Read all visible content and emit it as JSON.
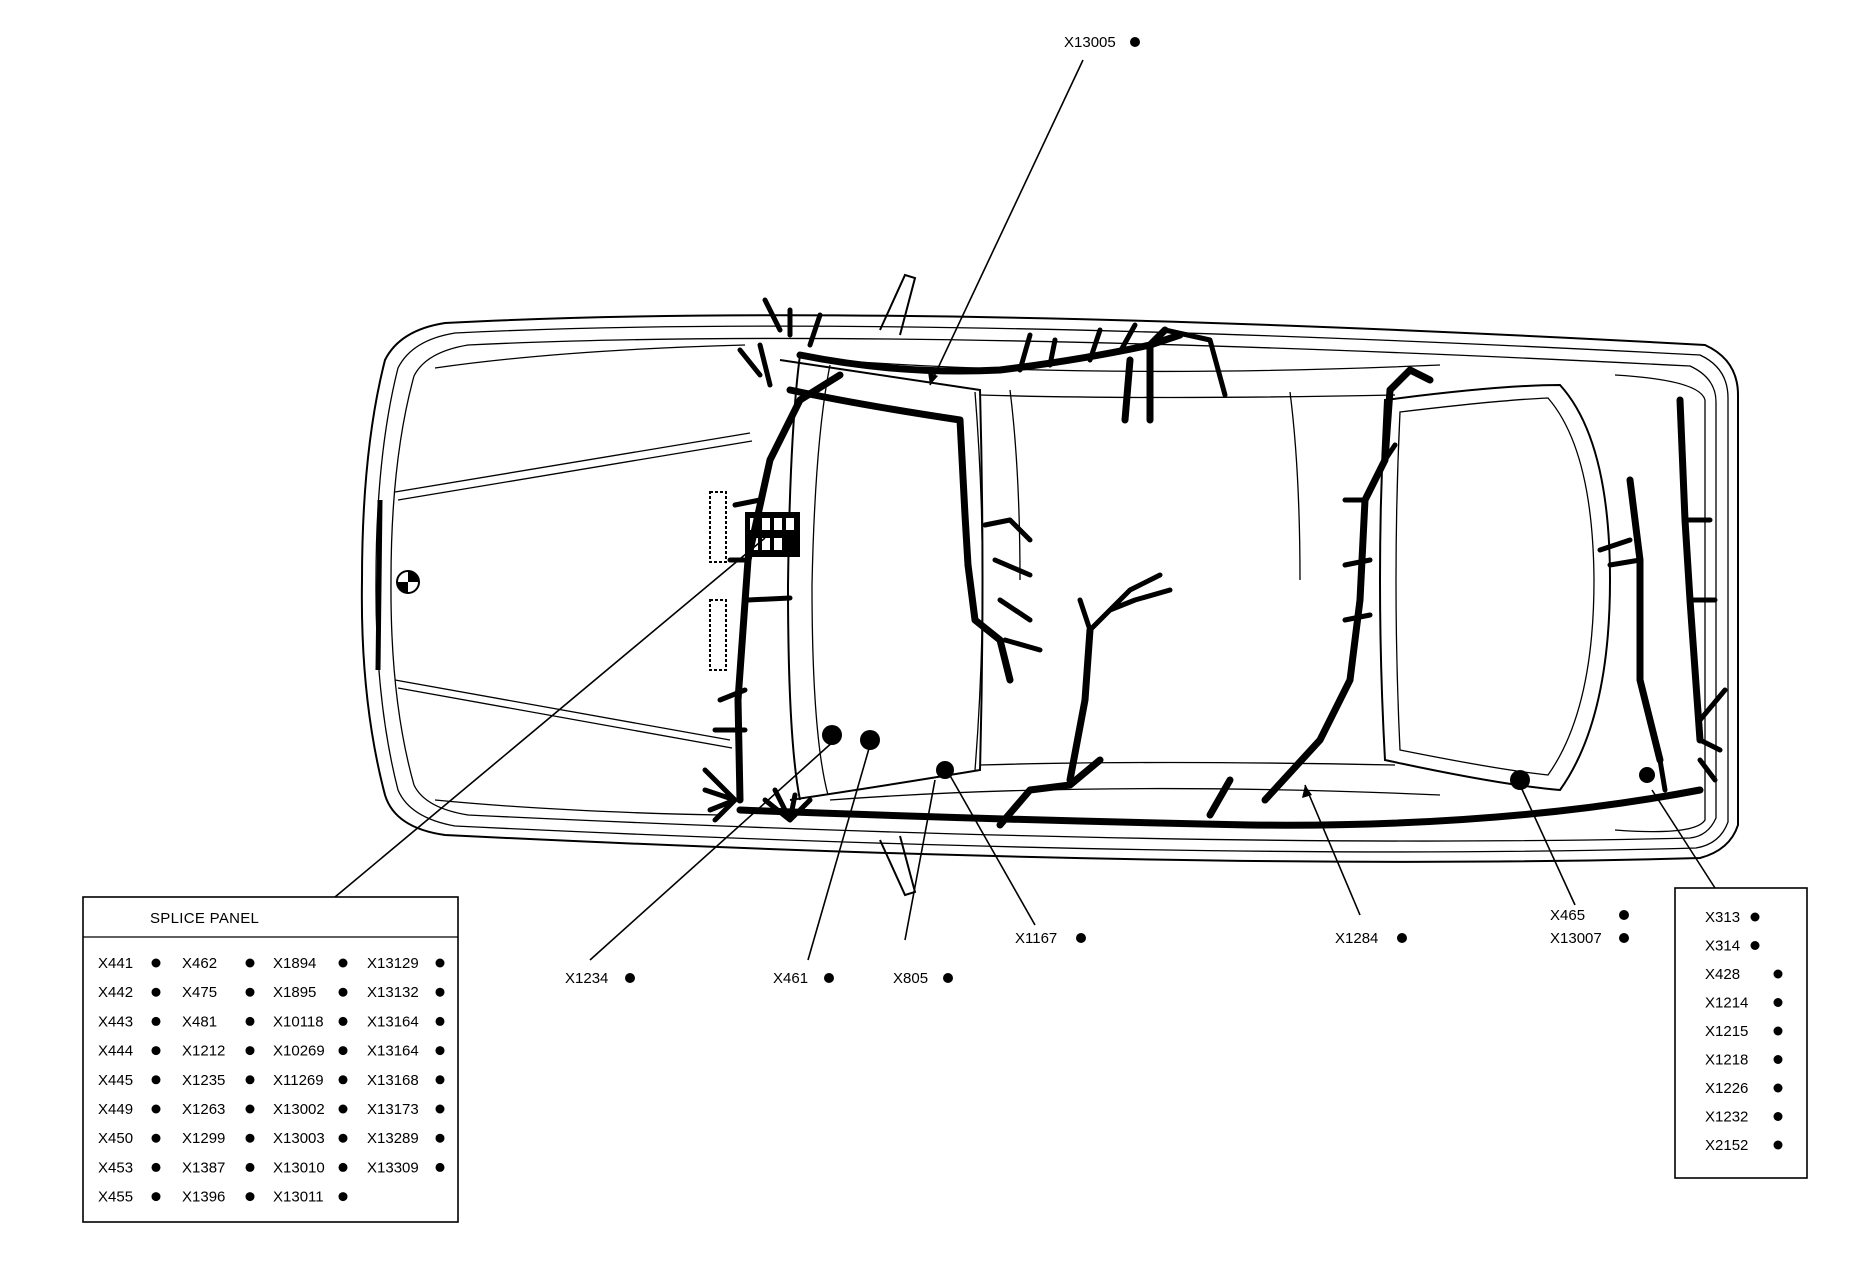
{
  "callouts": [
    {
      "id": "X13005",
      "label": "X13005"
    },
    {
      "id": "X1234",
      "label": "X1234"
    },
    {
      "id": "X461",
      "label": "X461"
    },
    {
      "id": "X805",
      "label": "X805"
    },
    {
      "id": "X1167",
      "label": "X1167"
    },
    {
      "id": "X1284",
      "label": "X1284"
    },
    {
      "id": "X465",
      "label": "X465"
    },
    {
      "id": "X13007",
      "label": "X13007"
    }
  ],
  "splice_panel": {
    "title": "SPLICE PANEL",
    "columns": [
      [
        "X441",
        "X442",
        "X443",
        "X444",
        "X445",
        "X449",
        "X450",
        "X453",
        "X455"
      ],
      [
        "X462",
        "X475",
        "X481",
        "X1212",
        "X1235",
        "X1263",
        "X1299",
        "X1387",
        "X1396"
      ],
      [
        "X1894",
        "X1895",
        "X10118",
        "X10269",
        "X11269",
        "X13002",
        "X13003",
        "X13010",
        "X13011"
      ],
      [
        "X13129",
        "X13132",
        "X13164",
        "X13164",
        "X13168",
        "X13173",
        "X13289",
        "X13309"
      ]
    ]
  },
  "right_panel": {
    "items": [
      "X313",
      "X314",
      "X428",
      "X1214",
      "X1215",
      "X1218",
      "X1226",
      "X1232",
      "X2152"
    ]
  },
  "colors": {
    "ink": "#000000",
    "paper": "#ffffff"
  }
}
